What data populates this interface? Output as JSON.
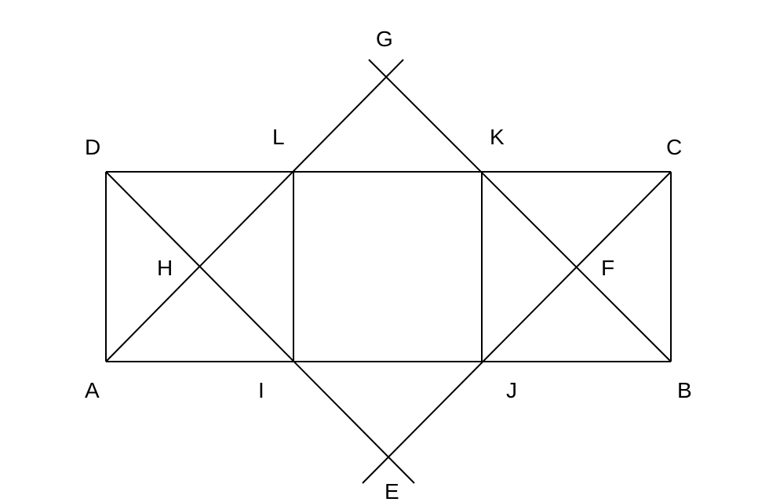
{
  "diagram": {
    "points": [
      {
        "id": "A",
        "label": "A"
      },
      {
        "id": "B",
        "label": "B"
      },
      {
        "id": "C",
        "label": "C"
      },
      {
        "id": "D",
        "label": "D"
      },
      {
        "id": "E",
        "label": "E"
      },
      {
        "id": "F",
        "label": "F"
      },
      {
        "id": "G",
        "label": "G"
      },
      {
        "id": "H",
        "label": "H"
      },
      {
        "id": "I",
        "label": "I"
      },
      {
        "id": "J",
        "label": "J"
      },
      {
        "id": "K",
        "label": "K"
      },
      {
        "id": "L",
        "label": "L"
      }
    ],
    "segments": [
      [
        "A",
        "B"
      ],
      [
        "B",
        "C"
      ],
      [
        "C",
        "D"
      ],
      [
        "D",
        "A"
      ],
      [
        "L",
        "I"
      ],
      [
        "K",
        "J"
      ],
      [
        "A",
        "G"
      ],
      [
        "D",
        "E"
      ],
      [
        "B",
        "G"
      ],
      [
        "C",
        "E"
      ]
    ],
    "line_color": "#000000"
  }
}
